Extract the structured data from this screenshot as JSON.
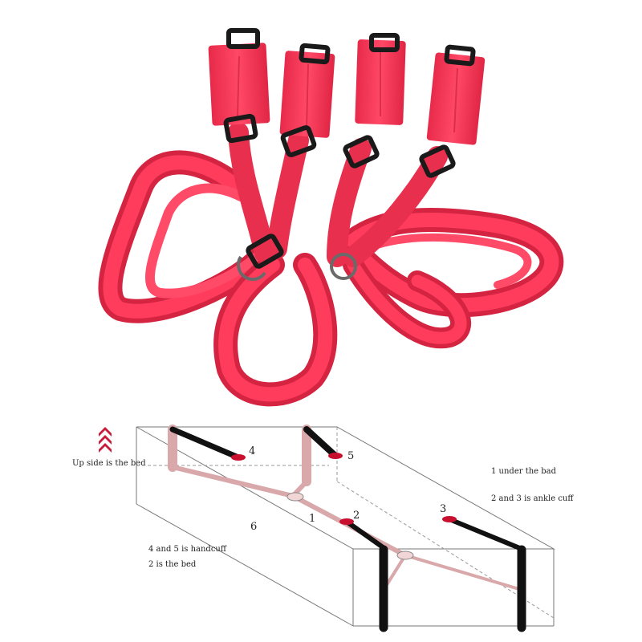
{
  "diagram": {
    "labels": {
      "n1": "1",
      "n2": "2",
      "n3": "3",
      "n4": "4",
      "n5": "5",
      "n6": "6"
    },
    "notes": {
      "up_side": "Up side is the bed",
      "under_bed": "1 under the bad",
      "ankle_cuff": "2 and 3 is ankle cuff",
      "handcuff": "4 and 5 is handcuff",
      "is_bed": "2 is the bed"
    }
  },
  "colors": {
    "strap": "#f03c5a",
    "strap_dark": "#c81e3c",
    "marker": "#c8102e",
    "band_dark": "#111111",
    "band_light": "#d9a8aa"
  }
}
